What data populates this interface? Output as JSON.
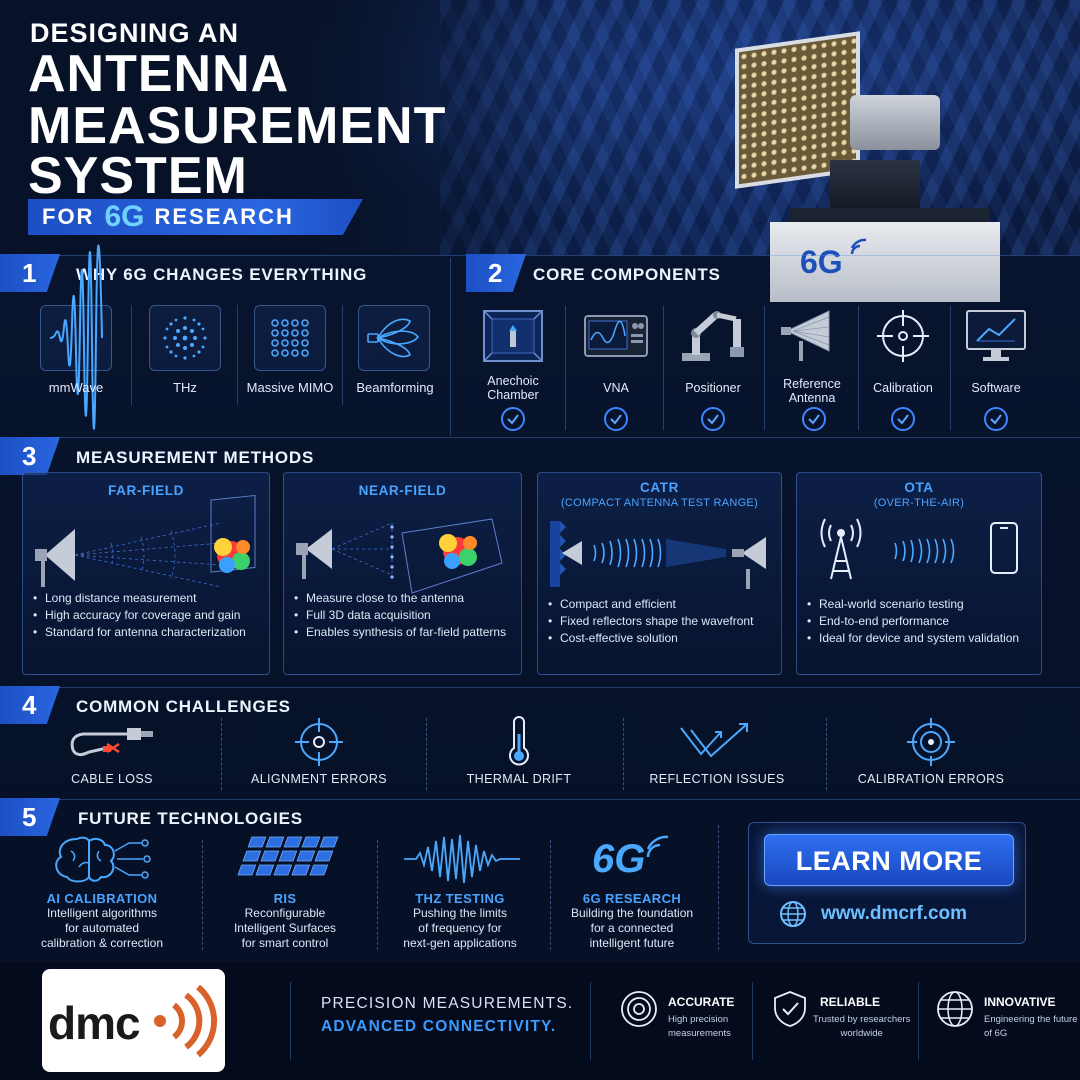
{
  "hero": {
    "line1": "DESIGNING AN",
    "line2": "ANTENNA",
    "line3": "MEASUREMENT",
    "line4": "SYSTEM",
    "banner_for": "FOR",
    "banner_6g": "6G",
    "banner_research": "RESEARCH",
    "cabinet_label": "6G"
  },
  "section1": {
    "number": "1",
    "title": "WHY 6G CHANGES EVERYTHING",
    "items": [
      {
        "label": "mmWave",
        "icon": "waveform-icon"
      },
      {
        "label": "THz",
        "icon": "dot-circle-icon"
      },
      {
        "label": "Massive MIMO",
        "icon": "dot-grid-icon"
      },
      {
        "label": "Beamforming",
        "icon": "beam-lobes-icon"
      }
    ]
  },
  "section2": {
    "number": "2",
    "title": "CORE COMPONENTS",
    "items": [
      {
        "label": "Anechoic\nChamber",
        "icon": "chamber-icon"
      },
      {
        "label": "VNA",
        "icon": "vna-icon"
      },
      {
        "label": "Positioner",
        "icon": "robot-arm-icon"
      },
      {
        "label": "Reference\nAntenna",
        "icon": "horn-antenna-icon"
      },
      {
        "label": "Calibration",
        "icon": "crosshair-icon"
      },
      {
        "label": "Software",
        "icon": "monitor-chart-icon"
      }
    ]
  },
  "section3": {
    "number": "3",
    "title": "MEASUREMENT METHODS",
    "cards": [
      {
        "title": "FAR-FIELD",
        "subtitle": "",
        "bullets": [
          "Long distance measurement",
          "High accuracy for coverage and gain",
          "Standard for antenna characterization"
        ]
      },
      {
        "title": "NEAR-FIELD",
        "subtitle": "",
        "bullets": [
          "Measure close to the antenna",
          "Full 3D data acquisition",
          "Enables synthesis of far-field patterns"
        ]
      },
      {
        "title": "CATR",
        "subtitle": "(COMPACT ANTENNA TEST RANGE)",
        "bullets": [
          "Compact and efficient",
          "Fixed reflectors shape the wavefront",
          "Cost-effective solution"
        ]
      },
      {
        "title": "OTA",
        "subtitle": "(OVER-THE-AIR)",
        "bullets": [
          "Real-world scenario testing",
          "End-to-end performance",
          "Ideal for device and system validation"
        ]
      }
    ]
  },
  "section4": {
    "number": "4",
    "title": "COMMON CHALLENGES",
    "items": [
      {
        "label": "CABLE LOSS",
        "icon": "cable-icon"
      },
      {
        "label": "ALIGNMENT ERRORS",
        "icon": "crosshair-icon"
      },
      {
        "label": "THERMAL DRIFT",
        "icon": "thermometer-icon"
      },
      {
        "label": "REFLECTION ISSUES",
        "icon": "reflection-arrows-icon"
      },
      {
        "label": "CALIBRATION ERRORS",
        "icon": "target-icon"
      }
    ]
  },
  "section5": {
    "number": "5",
    "title": "FUTURE TECHNOLOGIES",
    "items": [
      {
        "title": "AI CALIBRATION",
        "desc": "Intelligent algorithms\nfor automated\ncalibration & correction",
        "icon": "brain-circuit-icon"
      },
      {
        "title": "RIS",
        "desc": "Reconfigurable\nIntelligent Surfaces\nfor smart control",
        "icon": "surface-grid-icon"
      },
      {
        "title": "THZ TESTING",
        "desc": "Pushing the limits\nof frequency for\nnext-gen applications",
        "icon": "wave-burst-icon"
      },
      {
        "title": "6G RESEARCH",
        "desc": "Building the foundation\nfor a connected\nintelligent future",
        "icon": "6g-signal-icon"
      }
    ],
    "icon_6g_text": "6G",
    "cta_label": "LEARN MORE",
    "url": "www.dmcrf.com"
  },
  "footer": {
    "logo_text": "dmc",
    "tagline1": "PRECISION MEASUREMENTS.",
    "tagline2": "ADVANCED CONNECTIVITY.",
    "features": [
      {
        "title": "ACCURATE",
        "desc": "High precision\nmeasurements",
        "icon": "concentric-target-icon"
      },
      {
        "title": "RELIABLE",
        "desc": "Trusted by researchers\nworldwide",
        "icon": "shield-check-icon"
      },
      {
        "title": "INNOVATIVE",
        "desc": "Engineering the future\nof 6G",
        "icon": "globe-icon"
      }
    ]
  },
  "colors": {
    "background": "#061026",
    "accent": "#2a66e0",
    "highlight": "#4aa3ff",
    "logo_orange": "#d9622b"
  }
}
